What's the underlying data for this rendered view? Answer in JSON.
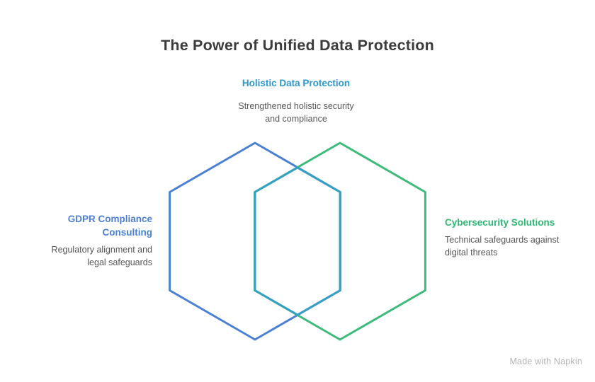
{
  "title": "The Power of Unified Data Protection",
  "diagram": {
    "type": "venn-hexagons",
    "center": {
      "label": "Holistic Data Protection",
      "desc_lines": [
        "Strengthened holistic security",
        "and compliance"
      ]
    },
    "left": {
      "label_lines": [
        "GDPR Compliance",
        "Consulting"
      ],
      "desc_lines": [
        "Regulatory alignment and",
        "legal safeguards"
      ]
    },
    "right": {
      "label": "Cybersecurity Solutions",
      "desc_lines": [
        "Technical safeguards against",
        "digital threats"
      ]
    }
  },
  "watermark": "Made with Napkin",
  "colors": {
    "hex-blue": "#4b80d3",
    "hex-green": "#3eba7a",
    "hex-teal": "#35a0c4",
    "label-blue": "#4b80d3",
    "label-green": "#2eb873",
    "label-teal": "#2a97cd",
    "title": "#3c3c3c",
    "desc": "#575757",
    "watermark": "#b3b3b3",
    "background": "#ffffff"
  }
}
